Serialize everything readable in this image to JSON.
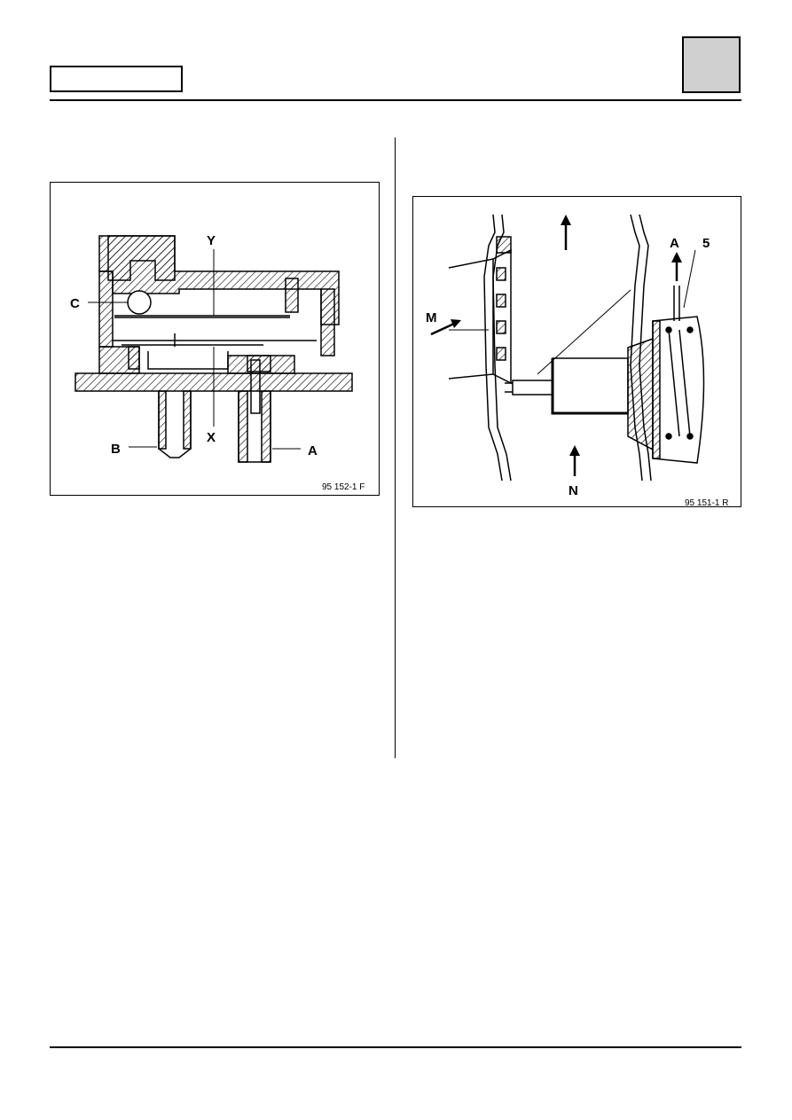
{
  "figure_left": {
    "labels": {
      "c": "C",
      "y": "Y",
      "x": "X",
      "b": "B",
      "a": "A"
    },
    "ref": "95 152-1 F"
  },
  "figure_right": {
    "labels": {
      "m": "M",
      "a": "A",
      "five": "5",
      "n": "N"
    },
    "ref": "95 151-1 R"
  },
  "colors": {
    "ink": "#000000",
    "tab_fill": "#d0d0d0",
    "paper": "#ffffff"
  },
  "icons": [
    "arrow-up-icon",
    "arrow-right-icon",
    "arrow-left-icon"
  ]
}
